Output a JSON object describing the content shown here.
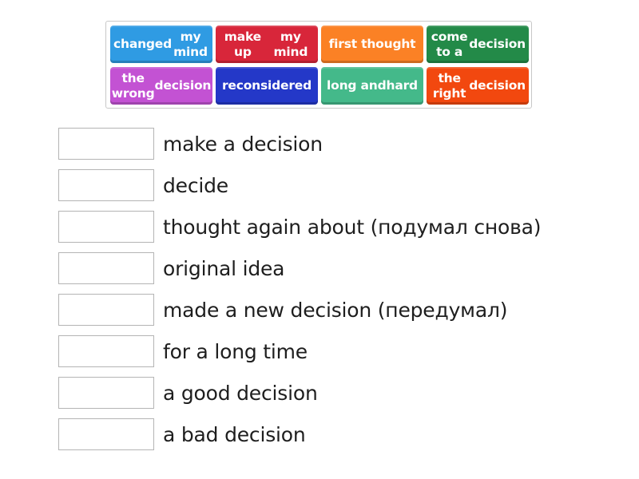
{
  "tiles": [
    {
      "text": "changed my mind",
      "line1": "changed",
      "line2": "my mind",
      "color": "#2f9be3"
    },
    {
      "text": "make up my mind",
      "line1": "make up",
      "line2": "my mind",
      "color": "#d8263a"
    },
    {
      "text": "first thought",
      "line1": "first thought",
      "line2": "",
      "color": "#fb8125"
    },
    {
      "text": "come to a decision",
      "line1": "come to a",
      "line2": "decision",
      "color": "#238a48"
    },
    {
      "text": "the wrong decision",
      "line1": "the wrong",
      "line2": "decision",
      "color": "#c352d3"
    },
    {
      "text": "reconsidered",
      "line1": "reconsidered",
      "line2": "",
      "color": "#2438c8"
    },
    {
      "text": "long and hard",
      "line1": "long and",
      "line2": "hard",
      "color": "#44b98a"
    },
    {
      "text": "the right decision",
      "line1": "the right",
      "line2": "decision",
      "color": "#f2480f"
    }
  ],
  "rows": [
    {
      "label": "make a decision"
    },
    {
      "label": "decide"
    },
    {
      "label": "thought again about (подумал снова)"
    },
    {
      "label": "original idea"
    },
    {
      "label": "made a new decision (передумал)"
    },
    {
      "label": "for a long time"
    },
    {
      "label": "a good decision"
    },
    {
      "label": "a bad decision"
    }
  ]
}
